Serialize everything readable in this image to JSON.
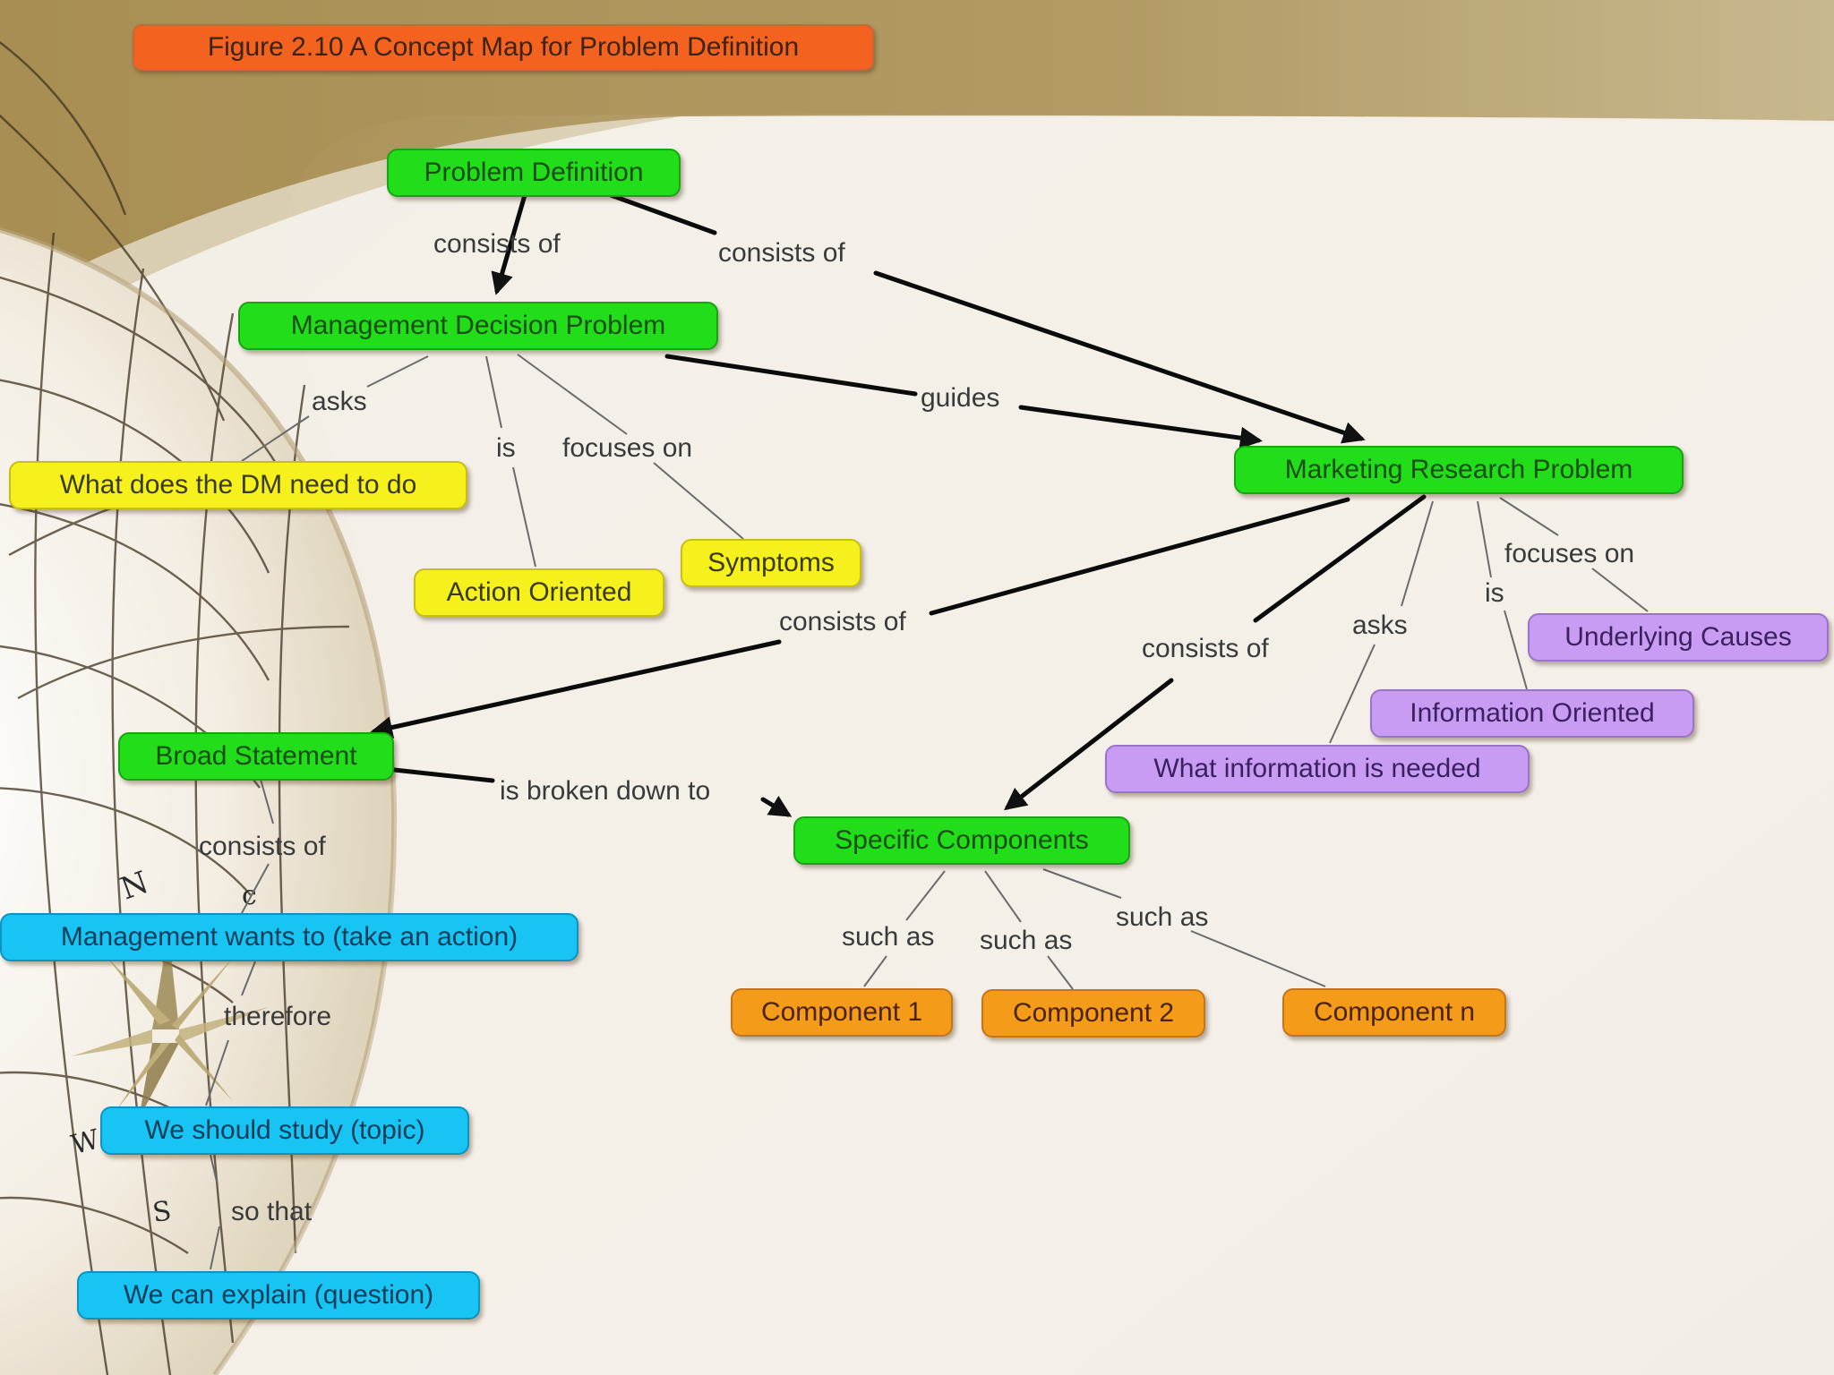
{
  "title": "Figure 2.10 A Concept Map for Problem Definition",
  "compass": {
    "n": "N",
    "w": "W",
    "s": "S"
  },
  "nodes": {
    "problem_definition": "Problem Definition",
    "management_decision_problem": "Management Decision Problem",
    "marketing_research_problem": "Marketing Research Problem",
    "what_dm_need": "What does the DM need to do",
    "action_oriented": "Action Oriented",
    "symptoms": "Symptoms",
    "underlying_causes": "Underlying Causes",
    "information_oriented": "Information Oriented",
    "what_information": "What information is needed",
    "broad_statement": "Broad Statement",
    "specific_components": "Specific Components",
    "component_1": "Component 1",
    "component_2": "Component 2",
    "component_n": "Component n",
    "management_wants": "Management wants to (take an action)",
    "we_should_study": "We should study (topic)",
    "we_can_explain": "We can explain (question)"
  },
  "edges": {
    "pd_mdp": "consists of",
    "pd_mrp": "consists of",
    "mdp_mrp": "guides",
    "mdp_asks": "asks",
    "mdp_is": "is",
    "mdp_focuses": "focuses on",
    "mrp_focuses": "focuses on",
    "mrp_is": "is",
    "mrp_asks": "asks",
    "mrp_bs": "consists of",
    "mrp_sc": "consists of",
    "bs_sc": "is broken down to",
    "bs_consists": "consists of",
    "therefore": "therefore",
    "so_that": "so that",
    "such_as_1": "such as",
    "such_as_2": "such as",
    "such_as_n": "such as"
  }
}
